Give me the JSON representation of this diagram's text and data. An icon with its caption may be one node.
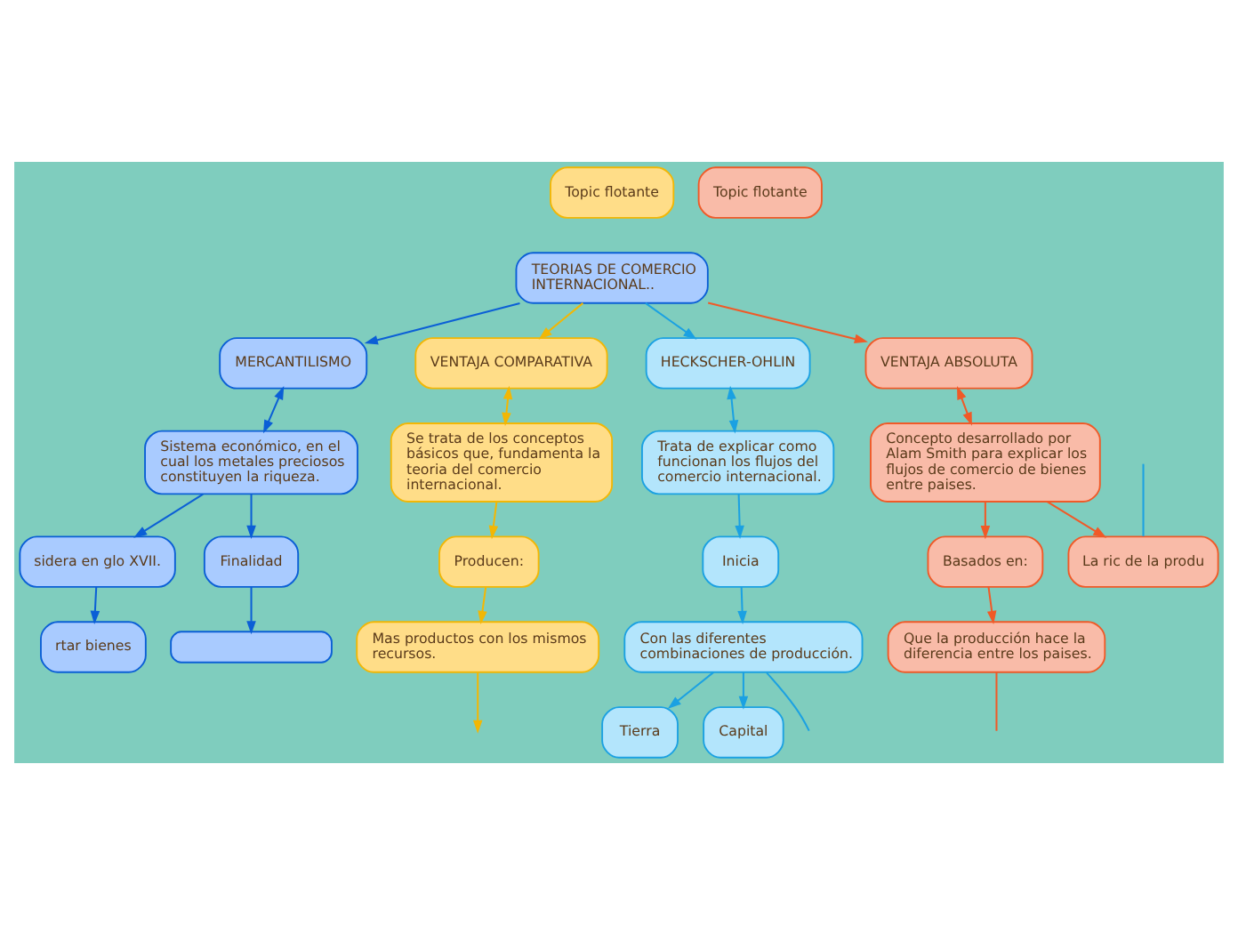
{
  "diagram": {
    "nodes": [
      {
        "text": [
          "Topic flotante"
        ]
      },
      {
        "text": [
          "TEORIAS DE COMERCIO INTERNACIONAL.."
        ]
      },
      {
        "text": [
          "MERCANTILISMO"
        ]
      },
      {
        "text": [
          "VENTAJA COMPARATIVA"
        ]
      },
      {
        "text": [
          "HECKSCHER-OHLIN"
        ]
      },
      {
        "text": [
          "Topic flotante"
        ]
      },
      {
        "text": [
          "VENTAJA ABSOLUTA"
        ]
      },
      {
        "text": [
          "Sistema económico, en el cual los metales preciosos constituyen la riqueza."
        ]
      },
      {
        "text": [
          "Se trata de los conceptos básicos que, fundamenta la teoria del comercio internacional."
        ]
      },
      {
        "text": [
          "Trata de explicar como funcionan los flujos del comercio internacional."
        ]
      },
      {
        "text": [
          "Concepto desarrollado por Alam Smith para explicar los flujos de comercio de bienes entre paises."
        ]
      },
      {
        "text": [
          "sidera en glo XVII."
        ]
      },
      {
        "text": [
          "Finalidad"
        ]
      },
      {
        "text": [
          "Producen:"
        ]
      },
      {
        "text": [
          "Inicia"
        ]
      },
      {
        "text": [
          "Basados en:"
        ]
      },
      {
        "text": [
          "La ric de la produ"
        ]
      },
      {
        "text": [
          "Mas productos con los mismos recursos."
        ]
      },
      {
        "text": [
          "Con las diferentes combinaciones de producción."
        ]
      },
      {
        "text": [
          "Que la producción hace la diferencia entre los paises."
        ]
      },
      {
        "text": [
          "rtar bienes"
        ]
      },
      {
        "text": [],
        "shape": "box"
      },
      {
        "text": [
          "Tierra"
        ]
      },
      {
        "text": [
          "Capital"
        ]
      }
    ],
    "edges": [
      {
        "from": 1,
        "to": 2,
        "arrow": "to",
        "color": "#0b5fd6"
      },
      {
        "from": 1,
        "to": 3,
        "arrow": "to",
        "color": "#f2b705"
      },
      {
        "from": 1,
        "to": 4,
        "arrow": "to"
      },
      {
        "from": 1,
        "to": 6,
        "arrow": "to",
        "color": "#f05a28"
      },
      {
        "from": 2,
        "to": 7,
        "arrow": "both",
        "color": "#0b5fd6"
      },
      {
        "from": 3,
        "to": 8,
        "arrow": "both",
        "color": "#f2b705"
      },
      {
        "from": 4,
        "to": 9,
        "arrow": "both"
      },
      {
        "from": 6,
        "to": 10,
        "arrow": "both",
        "color": "#f05a28"
      },
      {
        "from": 7,
        "to": 11,
        "arrow": "to",
        "color": "#0b5fd6"
      },
      {
        "from": 7,
        "to": 12,
        "arrow": "to",
        "color": "#0b5fd6"
      },
      {
        "from": 8,
        "to": 13,
        "arrow": "to",
        "color": "#f2b705"
      },
      {
        "from": 9,
        "to": 14,
        "arrow": "to"
      },
      {
        "from": 10,
        "to": 15,
        "arrow": "to",
        "color": "#f05a28"
      },
      {
        "from": 10,
        "to": 16,
        "arrow": "to",
        "color": "#f05a28"
      },
      {
        "from": 11,
        "to": 20,
        "arrow": "to",
        "color": "#0b5fd6"
      },
      {
        "from": 12,
        "to": 21,
        "arrow": "to",
        "color": "#0b5fd6"
      },
      {
        "from": 13,
        "to": 17,
        "arrow": "to",
        "color": "#f2b705"
      },
      {
        "from": 14,
        "to": 18,
        "arrow": "to"
      },
      {
        "from": 15,
        "to": 19,
        "arrow": "to",
        "color": "#f05a28"
      },
      {
        "from": 17,
        "to": null,
        "arrow": "to",
        "color": "#f2b705"
      },
      {
        "from": 18,
        "to": 22,
        "arrow": "to"
      },
      {
        "from": 18,
        "to": 23,
        "arrow": "to"
      },
      {
        "from": 18,
        "to": null,
        "arrow": "none"
      },
      {
        "from": 19,
        "to": null,
        "arrow": "none",
        "color": "#f05a28"
      },
      {
        "from": null,
        "to": 16,
        "arrow": "none"
      }
    ]
  }
}
